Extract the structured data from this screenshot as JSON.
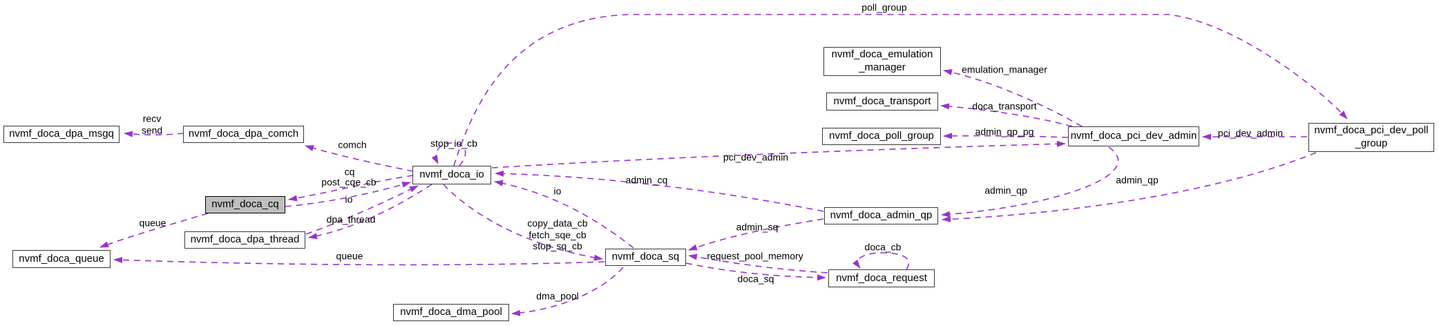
{
  "diagram_type": "collaboration-graph",
  "colors": {
    "background": "#ffffff",
    "node_bg": "#ffffff",
    "node_border": "#3a3a3a",
    "highlight_node_bg": "#bebebe",
    "edge": "#9a32cd",
    "text": "#000000"
  },
  "nodes": [
    {
      "label": "nvmf_doca_dpa_msgq",
      "highlighted": false
    },
    {
      "label": "nvmf_doca_dpa_comch",
      "highlighted": false
    },
    {
      "label": "nvmf_doca_io",
      "highlighted": false
    },
    {
      "label": "nvmf_doca_cq",
      "highlighted": true
    },
    {
      "label": "nvmf_doca_dpa_thread",
      "highlighted": false
    },
    {
      "label": "nvmf_doca_queue",
      "highlighted": false
    },
    {
      "label": "nvmf_doca_sq",
      "highlighted": false
    },
    {
      "label": "nvmf_doca_dma_pool",
      "highlighted": false
    },
    {
      "label": "nvmf_doca_request",
      "highlighted": false
    },
    {
      "label": "nvmf_doca_admin_qp",
      "highlighted": false
    },
    {
      "label": "nvmf_doca_poll_group",
      "highlighted": false
    },
    {
      "label": "nvmf_doca_transport",
      "highlighted": false
    },
    {
      "label": "nvmf_doca_emulation\n_manager",
      "highlighted": false
    },
    {
      "label": "nvmf_doca_pci_dev_admin",
      "highlighted": false
    },
    {
      "label": "nvmf_doca_pci_dev_poll\n_group",
      "highlighted": false
    }
  ],
  "edges": [
    {
      "from": "nvmf_doca_dpa_comch",
      "to": "nvmf_doca_dpa_msgq",
      "label": "recv\nsend"
    },
    {
      "from": "nvmf_doca_io",
      "to": "nvmf_doca_dpa_comch",
      "label": "comch"
    },
    {
      "from": "nvmf_doca_io",
      "to": "nvmf_doca_io",
      "label": "stop_io_cb"
    },
    {
      "from": "nvmf_doca_io",
      "to": "nvmf_doca_pci_dev_poll_group",
      "label": "poll_group"
    },
    {
      "from": "nvmf_doca_io",
      "to": "nvmf_doca_cq",
      "label": "cq"
    },
    {
      "from": "nvmf_doca_cq",
      "to": "nvmf_doca_io",
      "label": "post_cqe_cb"
    },
    {
      "from": "nvmf_doca_dpa_thread",
      "to": "nvmf_doca_io",
      "label": "io"
    },
    {
      "from": "nvmf_doca_io",
      "to": "nvmf_doca_dpa_thread",
      "label": "dpa_thread"
    },
    {
      "from": "nvmf_doca_cq",
      "to": "nvmf_doca_queue",
      "label": "queue"
    },
    {
      "from": "nvmf_doca_sq",
      "to": "nvmf_doca_queue",
      "label": "queue"
    },
    {
      "from": "nvmf_doca_io",
      "to": "nvmf_doca_sq",
      "label": "copy_data_cb\nfetch_sqe_cb\nstop_sq_cb"
    },
    {
      "from": "nvmf_doca_sq",
      "to": "nvmf_doca_io",
      "label": "io"
    },
    {
      "from": "nvmf_doca_admin_qp",
      "to": "nvmf_doca_io",
      "label": "admin_cq"
    },
    {
      "from": "nvmf_doca_io",
      "to": "nvmf_doca_pci_dev_admin",
      "label": "pci_dev_admin"
    },
    {
      "from": "nvmf_doca_admin_qp",
      "to": "nvmf_doca_sq",
      "label": "admin_sq"
    },
    {
      "from": "nvmf_doca_request",
      "to": "nvmf_doca_sq",
      "label": "request_pool_memory"
    },
    {
      "from": "nvmf_doca_sq",
      "to": "nvmf_doca_request",
      "label": "doca_sq"
    },
    {
      "from": "nvmf_doca_request",
      "to": "nvmf_doca_request",
      "label": "doca_cb"
    },
    {
      "from": "nvmf_doca_sq",
      "to": "nvmf_doca_dma_pool",
      "label": "dma_pool"
    },
    {
      "from": "nvmf_doca_pci_dev_admin",
      "to": "nvmf_doca_emulation_manager",
      "label": "emulation_manager"
    },
    {
      "from": "nvmf_doca_pci_dev_admin",
      "to": "nvmf_doca_transport",
      "label": "doca_transport"
    },
    {
      "from": "nvmf_doca_pci_dev_admin",
      "to": "nvmf_doca_poll_group",
      "label": "admin_qp_pg"
    },
    {
      "from": "nvmf_doca_pci_dev_poll_group",
      "to": "nvmf_doca_pci_dev_admin",
      "label": "pci_dev_admin"
    },
    {
      "from": "nvmf_doca_pci_dev_admin",
      "to": "nvmf_doca_admin_qp",
      "label": "admin_qp"
    },
    {
      "from": "nvmf_doca_pci_dev_poll_group",
      "to": "nvmf_doca_admin_qp",
      "label": "admin_qp"
    }
  ]
}
